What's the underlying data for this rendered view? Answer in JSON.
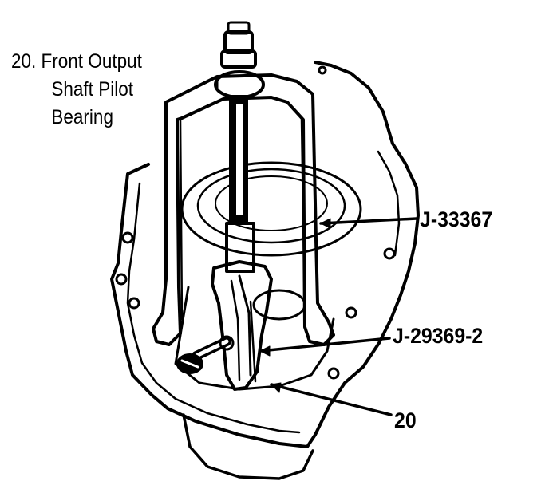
{
  "caption": {
    "number": "20.",
    "lines": [
      "Front Output",
      "Shaft Pilot",
      "Bearing"
    ]
  },
  "callouts": {
    "tool_puller": "J-33367",
    "tool_adapter": "J-29369-2",
    "part_number": "20"
  },
  "colors": {
    "ink": "#000000",
    "paper": "#ffffff"
  }
}
